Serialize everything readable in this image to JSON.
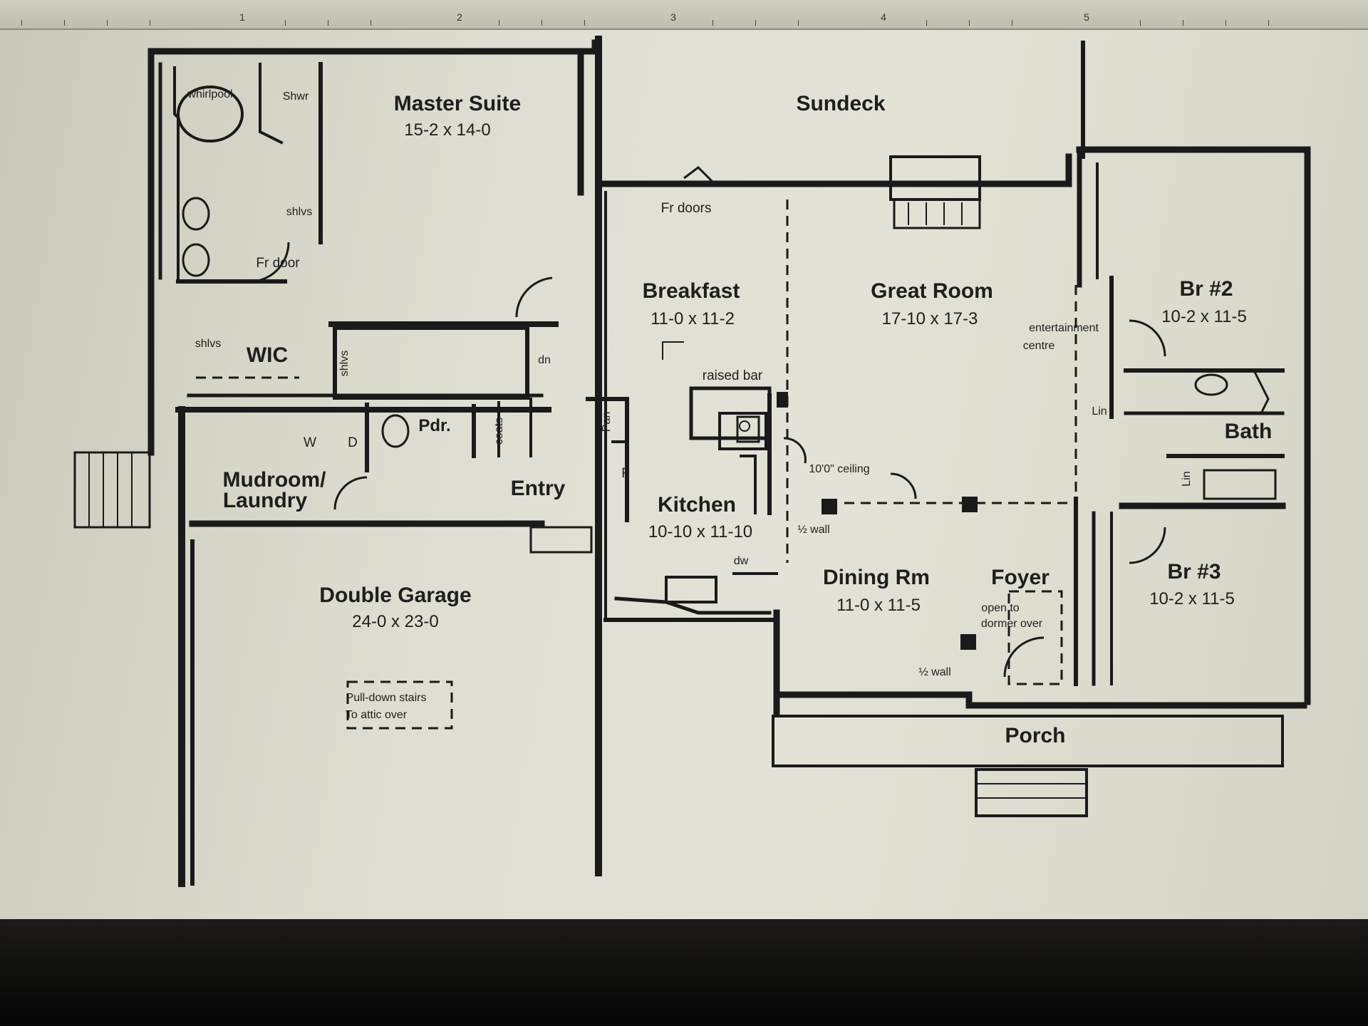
{
  "ruler": {
    "numbers": [
      "1",
      "2",
      "3",
      "4",
      "5"
    ]
  },
  "rooms": {
    "sundeck": {
      "name": "Sundeck"
    },
    "master_suite": {
      "name": "Master Suite",
      "size": "15-2 x 14-0"
    },
    "breakfast": {
      "name": "Breakfast",
      "size": "11-0 x 11-2"
    },
    "great_room": {
      "name": "Great Room",
      "size": "17-10 x 17-3"
    },
    "br2": {
      "name": "Br #2",
      "size": "10-2 x 11-5"
    },
    "br3": {
      "name": "Br #3",
      "size": "10-2 x 11-5"
    },
    "bath": {
      "name": "Bath"
    },
    "kitchen": {
      "name": "Kitchen",
      "size": "10-10 x 11-10"
    },
    "dining": {
      "name": "Dining Rm",
      "size": "11-0 x 11-5"
    },
    "foyer": {
      "name": "Foyer"
    },
    "mudroom": {
      "line1": "Mudroom/",
      "line2": "Laundry"
    },
    "entry": {
      "name": "Entry"
    },
    "garage": {
      "name": "Double Garage",
      "size": "24-0 x 23-0"
    },
    "porch": {
      "name": "Porch"
    },
    "wic": {
      "name": "WIC"
    },
    "pdr": {
      "name": "Pdr."
    }
  },
  "notes": {
    "whirlpool": "whirlpool",
    "shwr": "Shwr",
    "shlvs_bath": "shlvs",
    "fr_door": "Fr door",
    "shlvs_wic": "shlvs",
    "shlvs_stair": "shlvs",
    "dn": "dn",
    "fr_doors": "Fr doors",
    "raised_bar": "raised bar",
    "ceiling": "10'0\" ceiling",
    "half_wall_1": "½ wall",
    "half_wall_2": "½ wall",
    "entertainment_1": "entertainment",
    "entertainment_2": "centre",
    "lin": "Lin",
    "lin_bath": "Lin",
    "pan": "Pan",
    "f": "F",
    "dw": "dw",
    "w": "W",
    "d": "D",
    "coats": "coats",
    "open_to_1": "open to",
    "open_to_2": "dormer over",
    "pulldown_1": "Pull-down stairs",
    "pulldown_2": "To attic over"
  }
}
